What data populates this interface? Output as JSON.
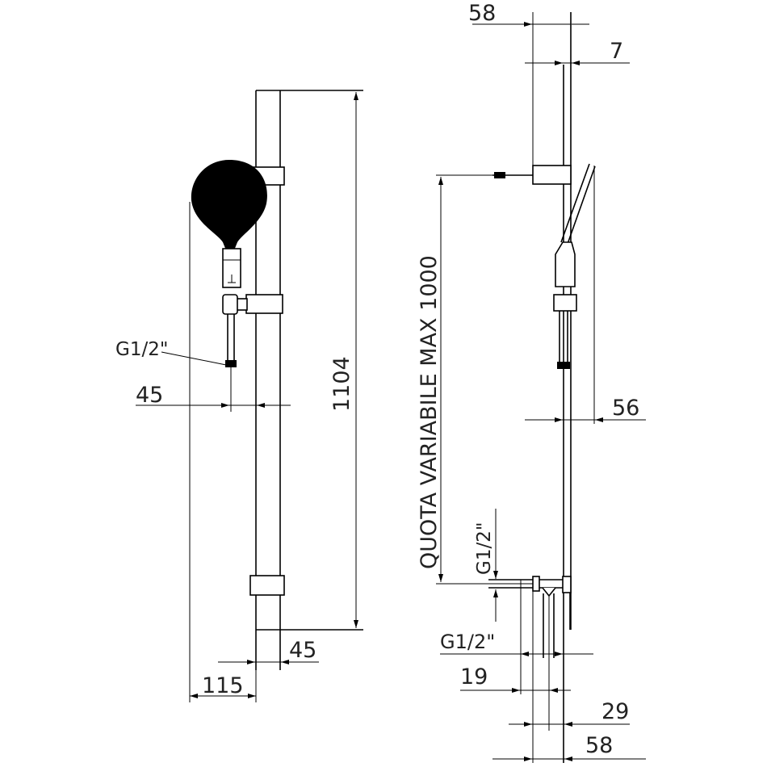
{
  "left_view": {
    "height_dim": "1104",
    "thread_label": "G1/2\"",
    "offset_dim": "45",
    "bottom_rail_dim": "45",
    "width_dim": "115"
  },
  "right_view": {
    "top_width_dim": "58",
    "rail_depth_dim": "7",
    "variable_height_dim": "QUOTA VARIABILE MAX 1000",
    "projection_dim": "56",
    "thread_label_vertical": "G1/2\"",
    "thread_label_bottom": "G1/2\"",
    "dim_19": "19",
    "dim_29": "29",
    "bottom_width_dim": "58"
  }
}
